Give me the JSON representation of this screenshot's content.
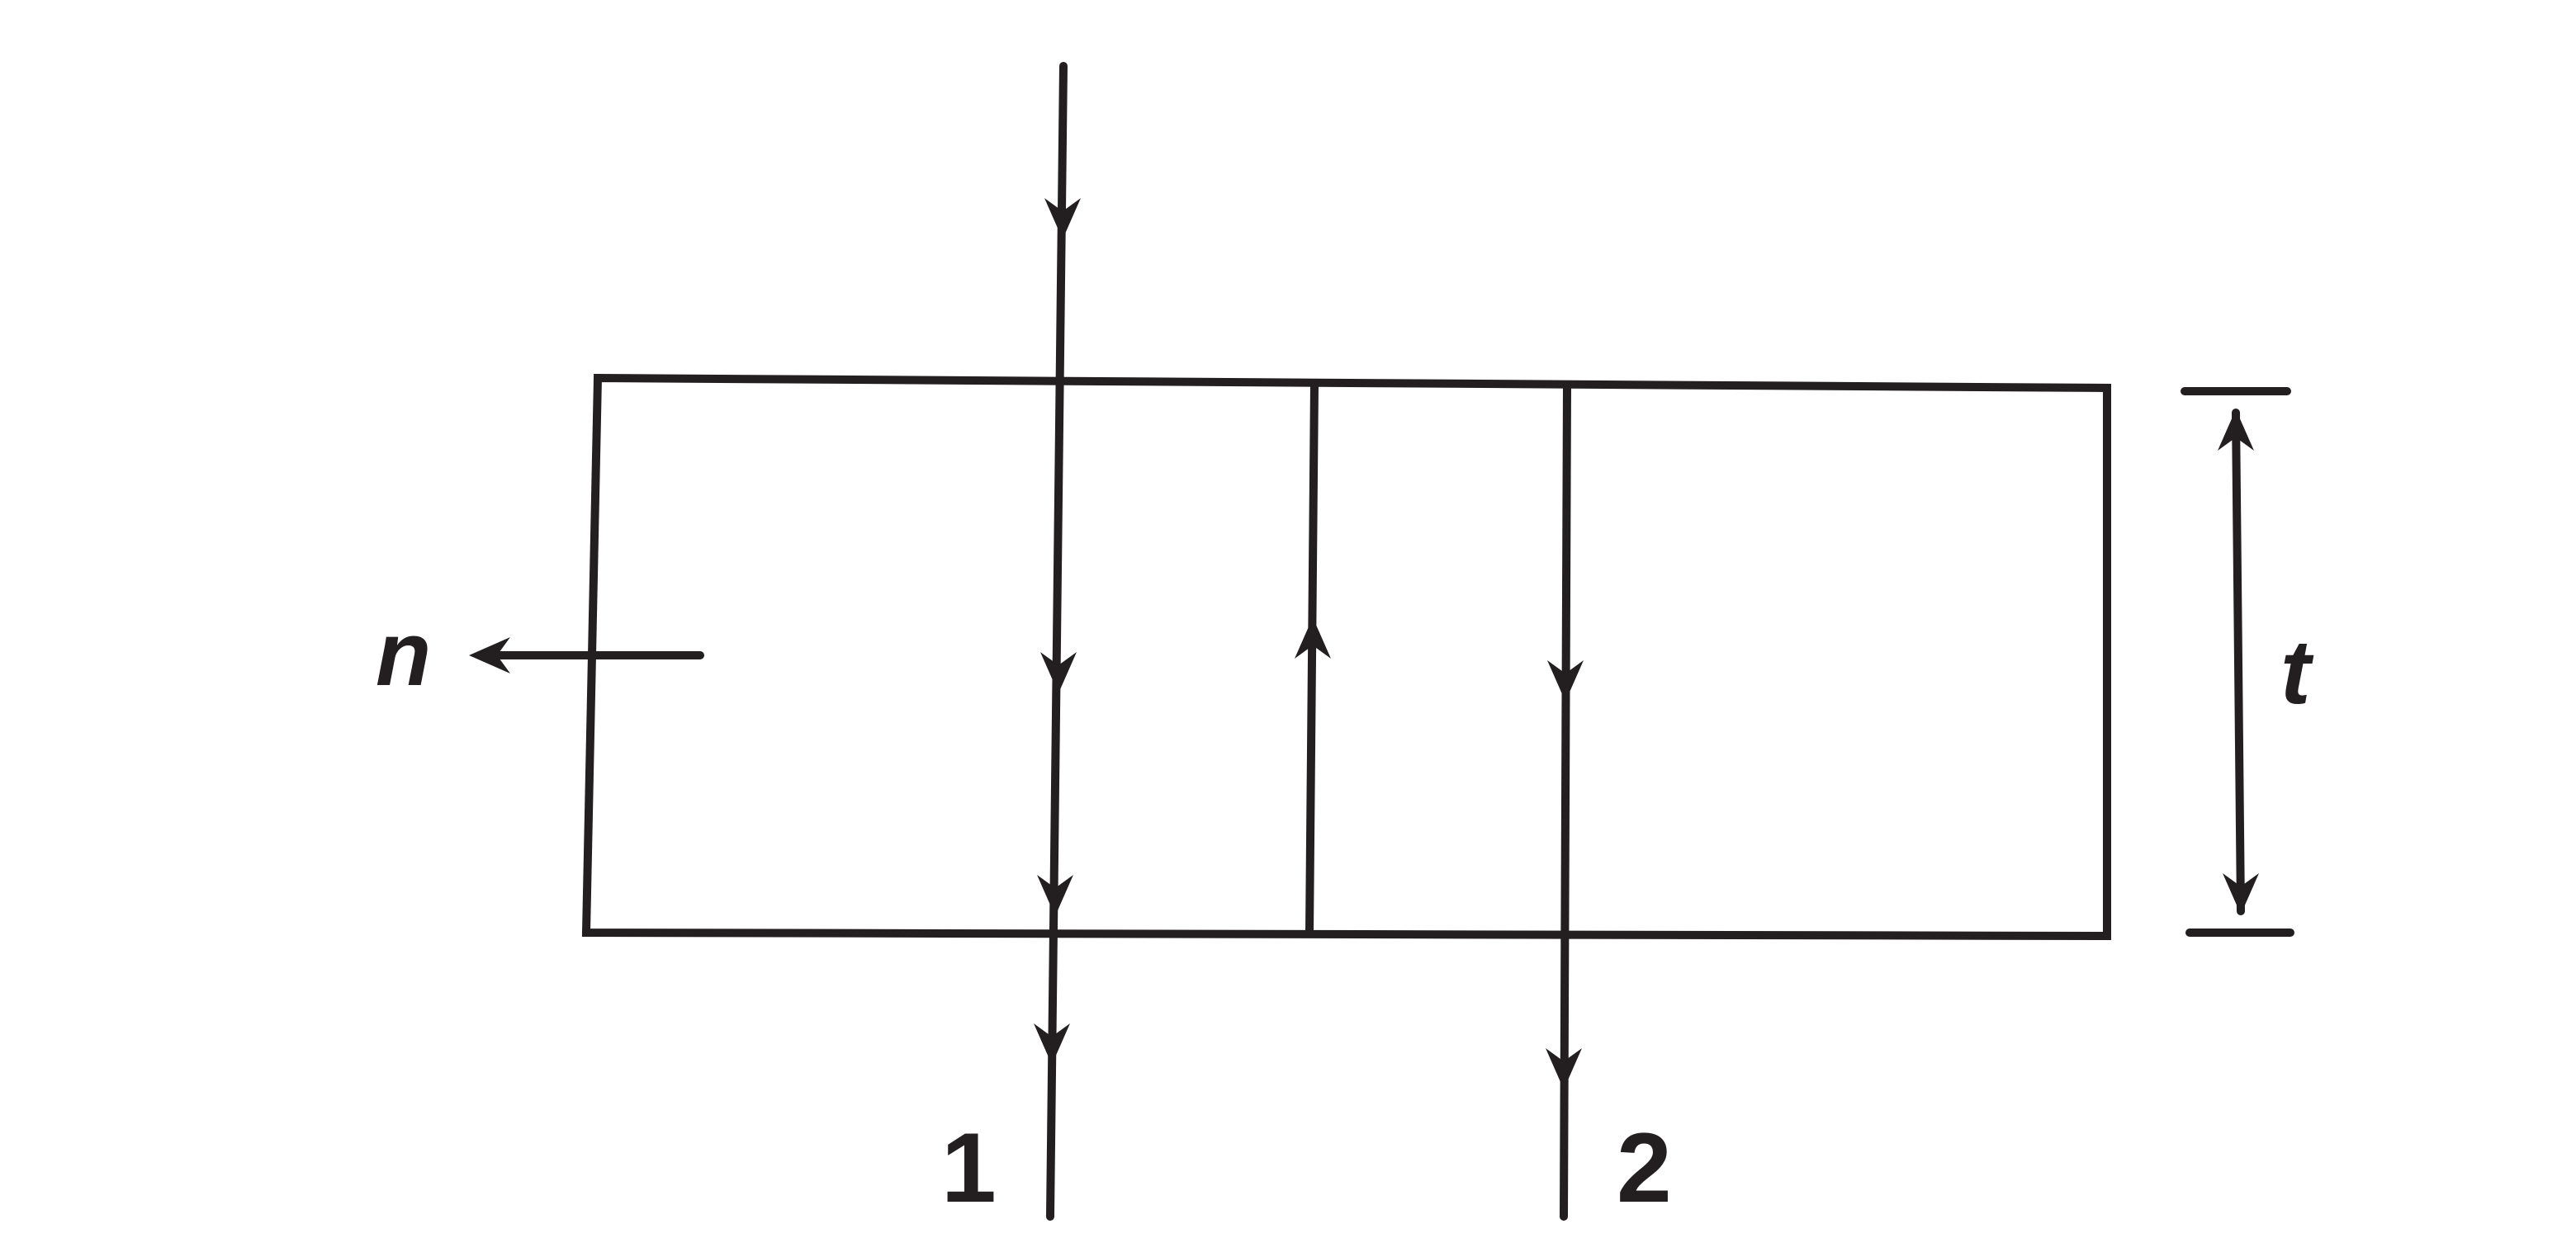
{
  "diagram": {
    "labels": {
      "normal": "n",
      "thickness": "t",
      "ray1": "1",
      "ray2": "2"
    },
    "colors": {
      "ink": "#231f20",
      "background": "#ffffff"
    }
  }
}
